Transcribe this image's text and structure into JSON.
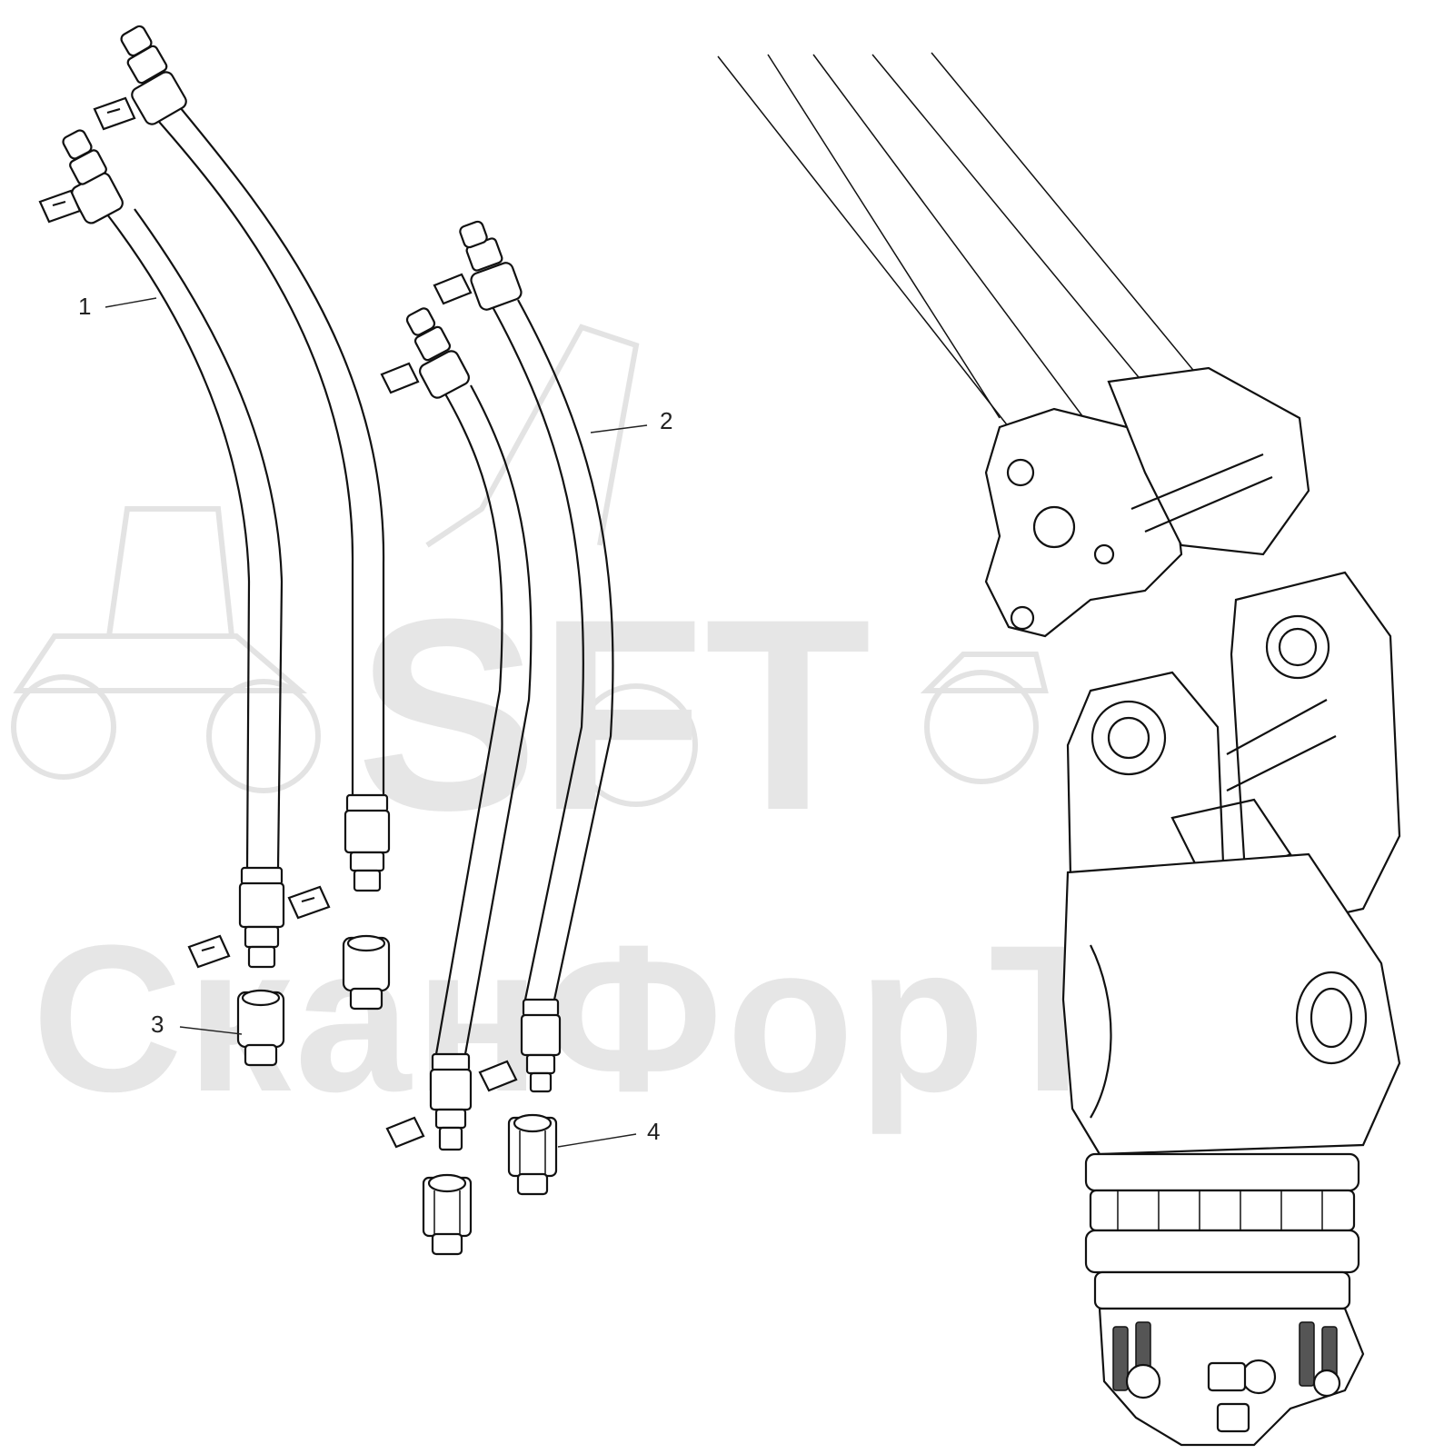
{
  "watermark": {
    "brand": "SFT",
    "subtitle": "СканФорТех"
  },
  "callouts": [
    {
      "id": "1",
      "label": "1"
    },
    {
      "id": "2",
      "label": "2"
    },
    {
      "id": "3",
      "label": "3"
    },
    {
      "id": "4",
      "label": "4"
    }
  ],
  "colors": {
    "line": "#111111",
    "watermark": "#e6e6e6",
    "background": "#ffffff"
  }
}
